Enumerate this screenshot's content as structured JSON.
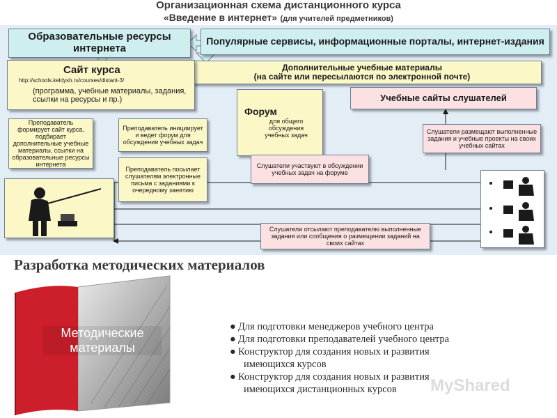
{
  "title": {
    "line1": "Организационная схема дистанционного курса",
    "line2": "«Введение в интернет»",
    "line3": "(для учителей предметников)"
  },
  "diagram": {
    "edu_resources": "Образовательные ресурсы интернета",
    "popular_services": "Популярные сервисы, информационные порталы, интернет-издания",
    "extra_materials": {
      "line1": "Дополнительные учебные материалы",
      "line2": "(на сайте или пересылаются по электронной почте)"
    },
    "course_site": {
      "title": "Сайт курса",
      "url": "http://schools.keldysh.ru/courses/distant-3/",
      "desc": "(программа, учебные материалы, задания, ссылки на ресурсы и пр.)"
    },
    "forum": {
      "title": "Форум",
      "desc": "для общего обсуждения учебных задач"
    },
    "learner_sites": "Учебные сайты слушателей",
    "callouts": {
      "teacher_forms": "Преподаватель формирует сайт курса, подбирает дополнительные учебные материалы, ссылки на образовательные ресурсы интернета",
      "teacher_initiates": "Преподаватель инициирует и ведет форум для обсуждения учебных задач",
      "teacher_sends": "Преподаватель посылает слушателям электронные письма с заданиями к очередному занятию",
      "learners_participate": "Слушатели участвуют в обсуждении учебных задач на форуме",
      "learners_post": "Слушатели размещают выполненные задания и учебные проекты на своих учебных сайтах",
      "learners_submit": "Слушатели отсылают преподавателю выполненные задания или сообщения о размещении заданий на своих сайтах"
    }
  },
  "section_heading": "Разработка методических материалов",
  "book": {
    "line1": "Методические",
    "line2": "материалы"
  },
  "bullets": {
    "b1": "Для подготовки менеджеров учебного центра",
    "b2": "Для подготовки преподавателей учебного центра",
    "b3_line1": "Конструктор для создания новых и развития",
    "b3_line2": "имеющихся курсов",
    "b4_line1": "Конструктор для создания новых и развития",
    "b4_line2": "имеющихся дистанционных курсов"
  },
  "watermark": "MyShared",
  "colors": {
    "diagram_bg": "#e3edf6",
    "teal_box": "#cfeef0",
    "yellow_box": "#fbf7c7",
    "pink_box": "#fbe1e1",
    "arrow": "#1a1a1a",
    "book_red": "#cc1f2b"
  },
  "icons": {
    "teacher": "teacher-at-blackboard-icon",
    "students": "student-at-computer-icon",
    "bullet": "bullet-dot"
  }
}
